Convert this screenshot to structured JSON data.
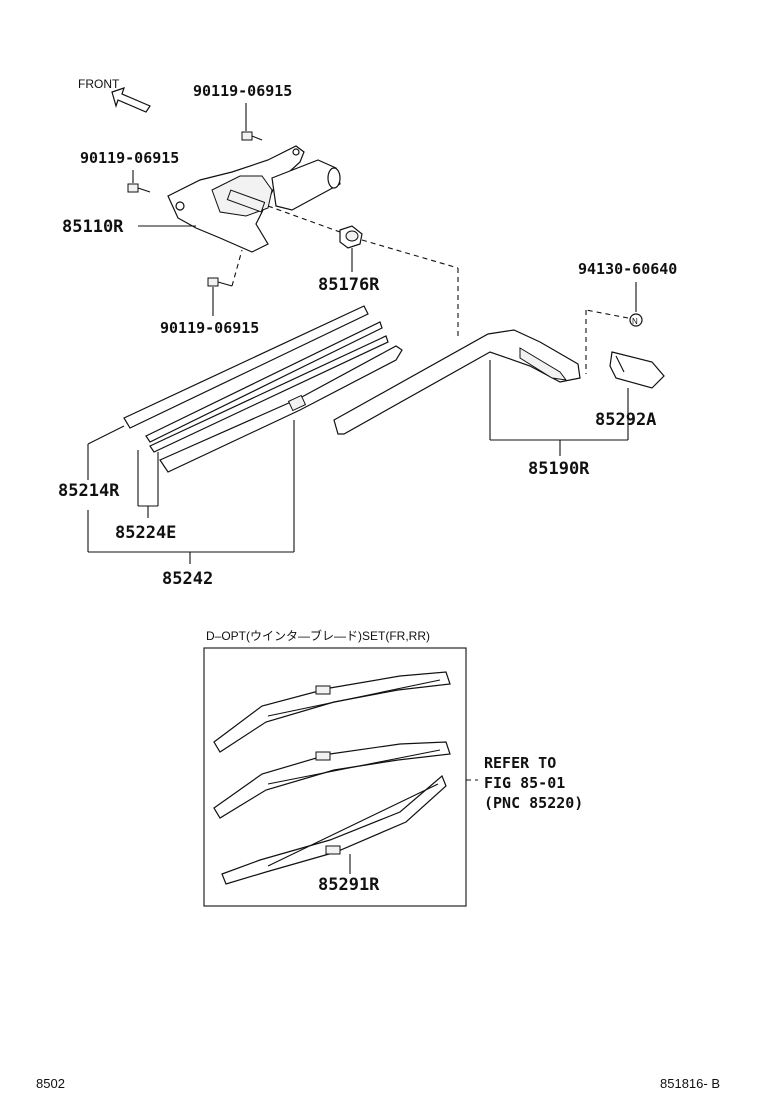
{
  "direction_label": "FRONT",
  "parts": {
    "bolt_top": "90119-06915",
    "bolt_left": "90119-06915",
    "bolt_bottom": "90119-06915",
    "motor": "85110R",
    "grommet": "85176R",
    "nut": "94130-60640",
    "arm": "85190R",
    "cap": "85292A",
    "blade_rubber": "85214R",
    "blade_insert": "85224E",
    "blade_assy": "85242",
    "blade_set": "85291R"
  },
  "option_box": {
    "caption": "D–OPT(ウインタ―ブレ―ド)SET(FR,RR)",
    "refer": [
      "REFER TO",
      "FIG 85-01",
      "(PNC 85220)"
    ]
  },
  "nut_symbol": "N",
  "footer": {
    "left": "8502",
    "right": "851816- B"
  }
}
